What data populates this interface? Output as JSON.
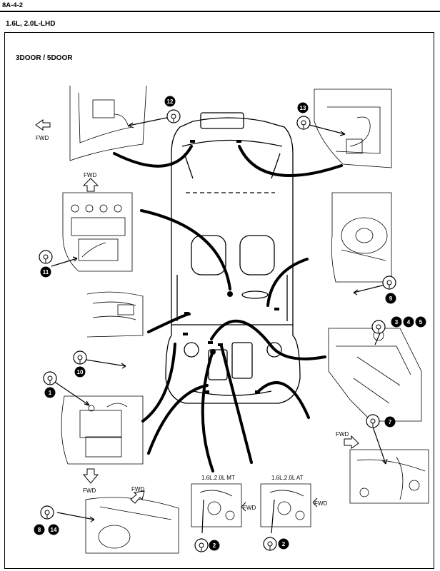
{
  "header": {
    "page_code": "8A-4-2",
    "subtitle": "1.6L, 2.0L-LHD"
  },
  "figure": {
    "title": "3DOOR / 5DOOR",
    "fwd_label": "FWD",
    "callouts": {
      "c1": "1",
      "c2a": "2",
      "c2b": "2",
      "c3": "3",
      "c4": "4",
      "c5": "5",
      "c7": "7",
      "c8": "8",
      "c9": "9",
      "c10": "10",
      "c11": "11",
      "c12": "12",
      "c13": "13",
      "c14": "14"
    },
    "transmission_labels": {
      "mt": "1.6L,2.0L MT",
      "at": "1.6L,2.0L AT"
    }
  }
}
